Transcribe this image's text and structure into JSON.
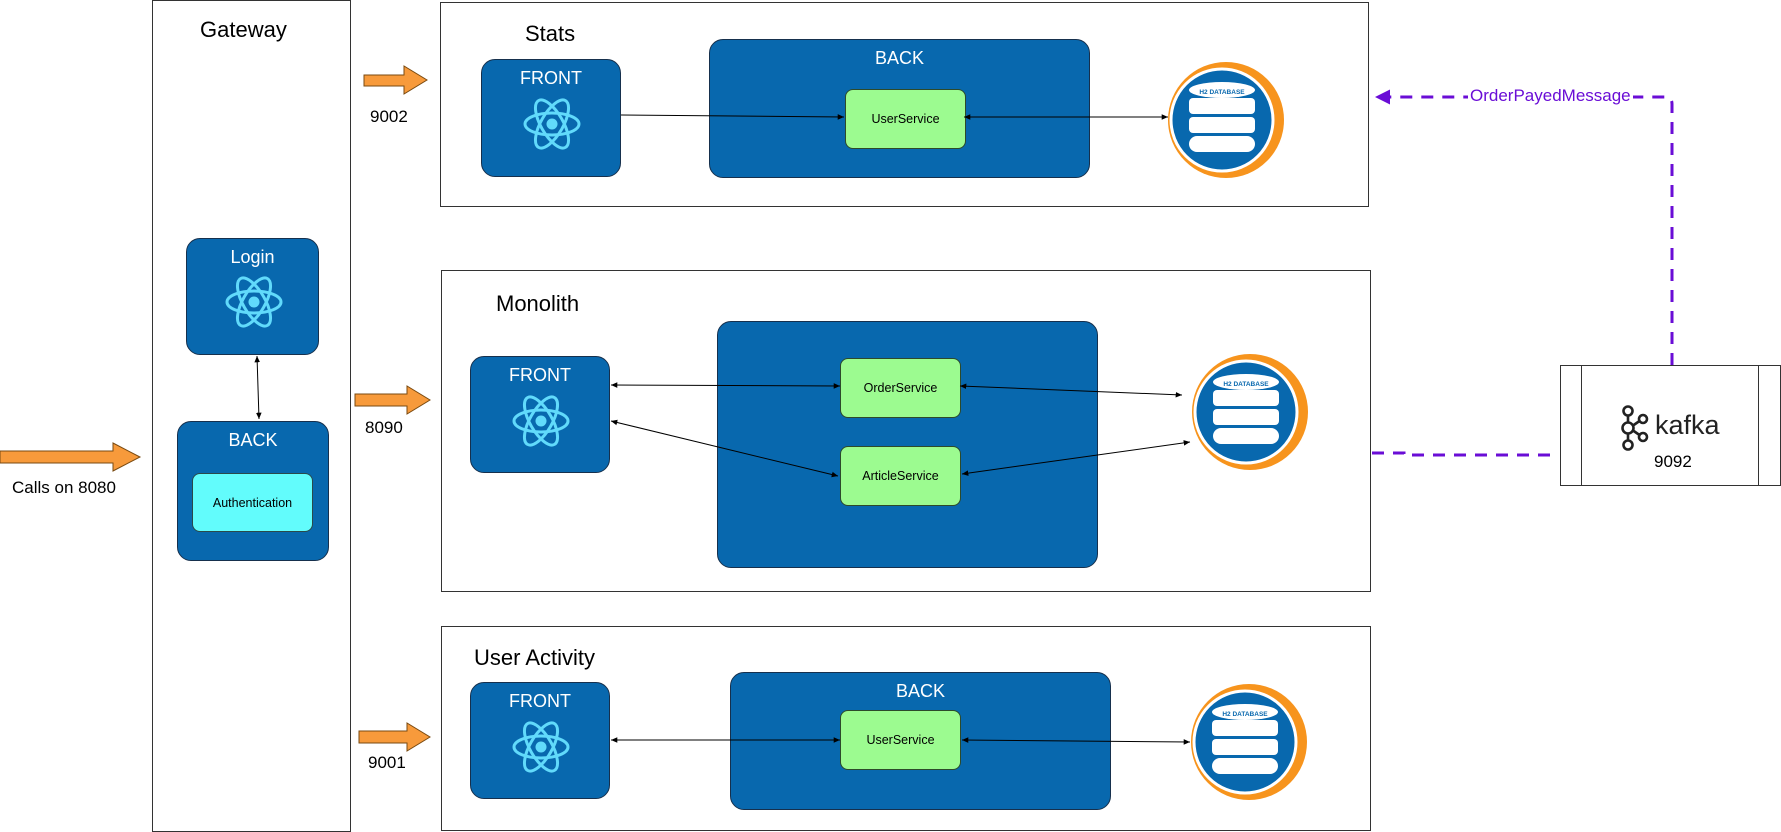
{
  "gateway": {
    "title": "Gateway",
    "login_label": "Login",
    "back_label": "BACK",
    "auth_label": "Authentication"
  },
  "entry_call": "Calls on 8080",
  "ports": {
    "stats": "9002",
    "monolith": "8090",
    "user_activity": "9001",
    "kafka": "9092"
  },
  "stats": {
    "title": "Stats",
    "front_label": "FRONT",
    "back_label": "BACK",
    "service": "UserService",
    "db_label": "H2 DATABASE"
  },
  "monolith": {
    "title": "Monolith",
    "front_label": "FRONT",
    "services": [
      "OrderService",
      "ArticleService"
    ],
    "db_label": "H2 DATABASE"
  },
  "user_activity": {
    "title": "User Activity",
    "front_label": "FRONT",
    "back_label": "BACK",
    "service": "UserService",
    "db_label": "H2 DATABASE"
  },
  "kafka": {
    "logo_text": "kafka",
    "message": "OrderPayedMessage"
  },
  "colors": {
    "blue_box": "#0868AE",
    "service_green": "#9CFB90",
    "auth_cyan": "#62FCFC",
    "arrow_orange": "#F79A3B",
    "kafka_dashed": "#6A0DD6",
    "react_blue": "#61DAFB"
  }
}
